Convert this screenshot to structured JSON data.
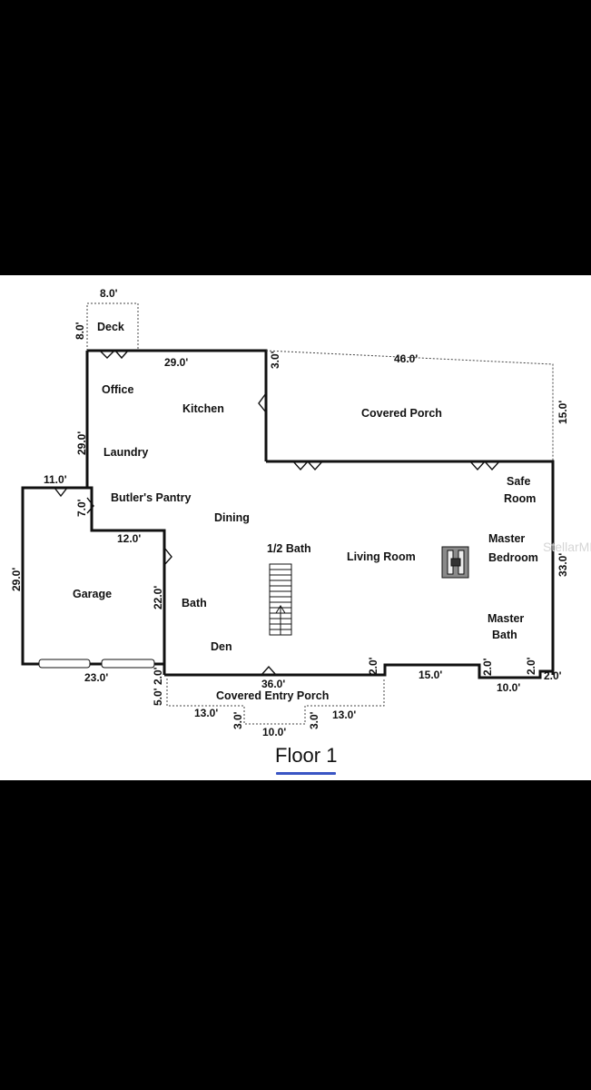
{
  "title": "Floor 1",
  "watermark": "StellarMLS",
  "rooms": {
    "deck": "Deck",
    "office": "Office",
    "kitchen": "Kitchen",
    "laundry": "Laundry",
    "butlers_pantry": "Butler's Pantry",
    "dining": "Dining",
    "covered_porch": "Covered Porch",
    "safe_room_line1": "Safe",
    "safe_room_line2": "Room",
    "master_bedroom_line1": "Master",
    "master_bedroom_line2": "Bedroom",
    "master_bath_line1": "Master",
    "master_bath_line2": "Bath",
    "living_room": "Living Room",
    "half_bath": "1/2 Bath",
    "garage": "Garage",
    "bath": "Bath",
    "den": "Den",
    "covered_entry_porch": "Covered Entry Porch"
  },
  "dimensions": {
    "deck_width": "8.0'",
    "deck_depth": "8.0'",
    "kitchen_top": "29.0'",
    "kitchen_step": "3.0'",
    "porch_width": "46.0'",
    "porch_depth": "15.0'",
    "west_upper": "29.0'",
    "garage_top": "11.0'",
    "pantry_step": "7.0'",
    "inner_step": "12.0'",
    "garage_side": "29.0'",
    "garage_bottom": "23.0'",
    "den_side": "22.0'",
    "den_step": "2.0'",
    "east_side": "33.0'",
    "front_width": "36.0'",
    "front_step_left": "2.0'",
    "bump_width": "15.0'",
    "bump_step": "2.0'",
    "step_east": "2.0'",
    "bath_bump": "10.0'",
    "corner_step": "2.0'",
    "entry_left_depth": "5.0'",
    "entry_left_width": "13.0'",
    "entry_left_step": "3.0'",
    "entry_center": "10.0'",
    "entry_right_step": "3.0'",
    "entry_right_width": "13.0'"
  }
}
